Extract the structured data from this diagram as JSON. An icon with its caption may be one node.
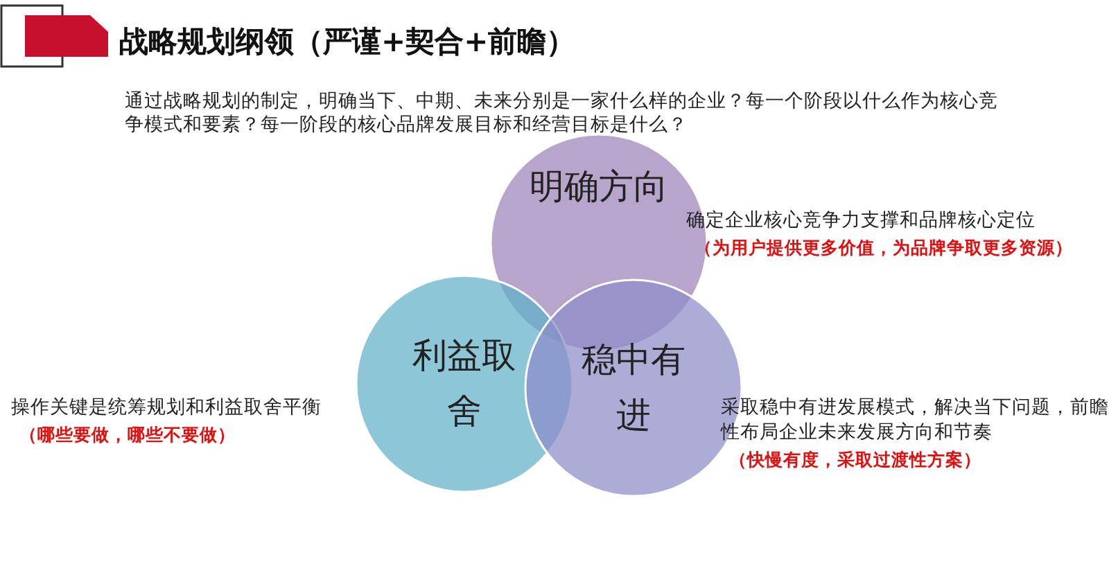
{
  "diagram": {
    "title": "战略规划纲领（严谨+契合+前瞻）",
    "nodes": [
      {
        "text": [
          "明确方向"
        ],
        "beside": [
          "确定企业核心竞争力支撑和品牌核心定位",
          "（为用户提供更多价值，为品牌争取更多资源）"
        ]
      },
      {
        "text": [
          "利益取舍"
        ],
        "beside": [
          "操作关键是统筹规划和利益取舍平衡",
          "（哪些要做，哪些不要做）"
        ]
      },
      {
        "text": [
          "稳中有进"
        ],
        "beside": [
          "采取稳中有进发展模式，解决当下问题，前瞻性布局企业未来发展方向和节奏",
          "（快慢有度，采取过渡性方案）"
        ]
      }
    ],
    "labels": [
      "通过战略规划的制定，明确当下、中期、未来分别是一家什么样的企业？每一个阶段以什么作为核心竞争模式和要素？每一阶段的核心品牌发展目标和经营目标是什么？"
    ]
  }
}
